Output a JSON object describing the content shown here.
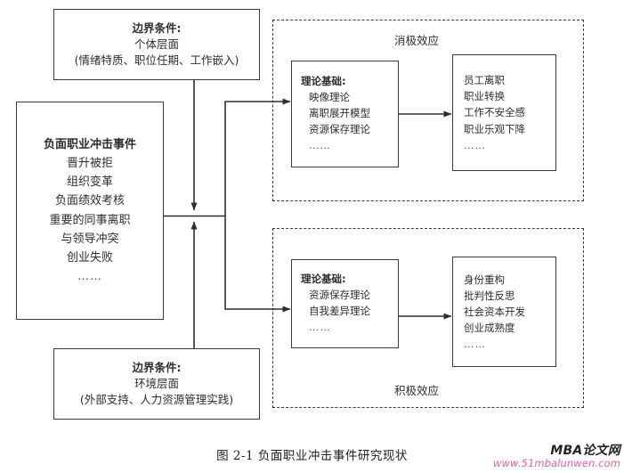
{
  "figure": {
    "caption": "图 2-1  负面职业冲击事件研究现状"
  },
  "watermark": {
    "brand": "MBA论文网",
    "url": "www.51mbalunwen.com",
    "brand_color": "#242424",
    "url_color": "#e35fa6"
  },
  "colors": {
    "stroke": "#3a3a3a",
    "text": "#2e2e2e",
    "background": "#ffffff"
  },
  "boxes": {
    "boundary_individual": {
      "title": "边界条件:",
      "line2": "个体层面",
      "line3": "(情绪特质、职位任期、工作嵌入)"
    },
    "boundary_environment": {
      "title": "边界条件:",
      "line2": "环境层面",
      "line3": "(外部支持、人力资源管理实践)"
    },
    "event": {
      "title": "负面职业冲击事件",
      "items": [
        "晋升被拒",
        "组织变革",
        "负面绩效考核",
        "重要的同事离职",
        "与领导冲突",
        "创业失败"
      ],
      "ellipsis": "……"
    },
    "theory_negative": {
      "title": "理论基础:",
      "items": [
        "映像理论",
        "离职展开模型",
        "资源保存理论"
      ],
      "ellipsis": "……"
    },
    "outcome_negative": {
      "items": [
        "员工离职",
        "职业转换",
        "工作不安全感",
        "职业乐观下降"
      ],
      "ellipsis": "……"
    },
    "theory_positive": {
      "title": "理论基础:",
      "items": [
        "资源保存理论",
        "自我差异理论"
      ],
      "ellipsis": "……"
    },
    "outcome_positive": {
      "items": [
        "身份重构",
        "批判性反思",
        "社会资本开发",
        "创业成熟度"
      ],
      "ellipsis": "……"
    }
  },
  "regions": {
    "negative_label": "消极效应",
    "positive_label": "积极效应"
  }
}
